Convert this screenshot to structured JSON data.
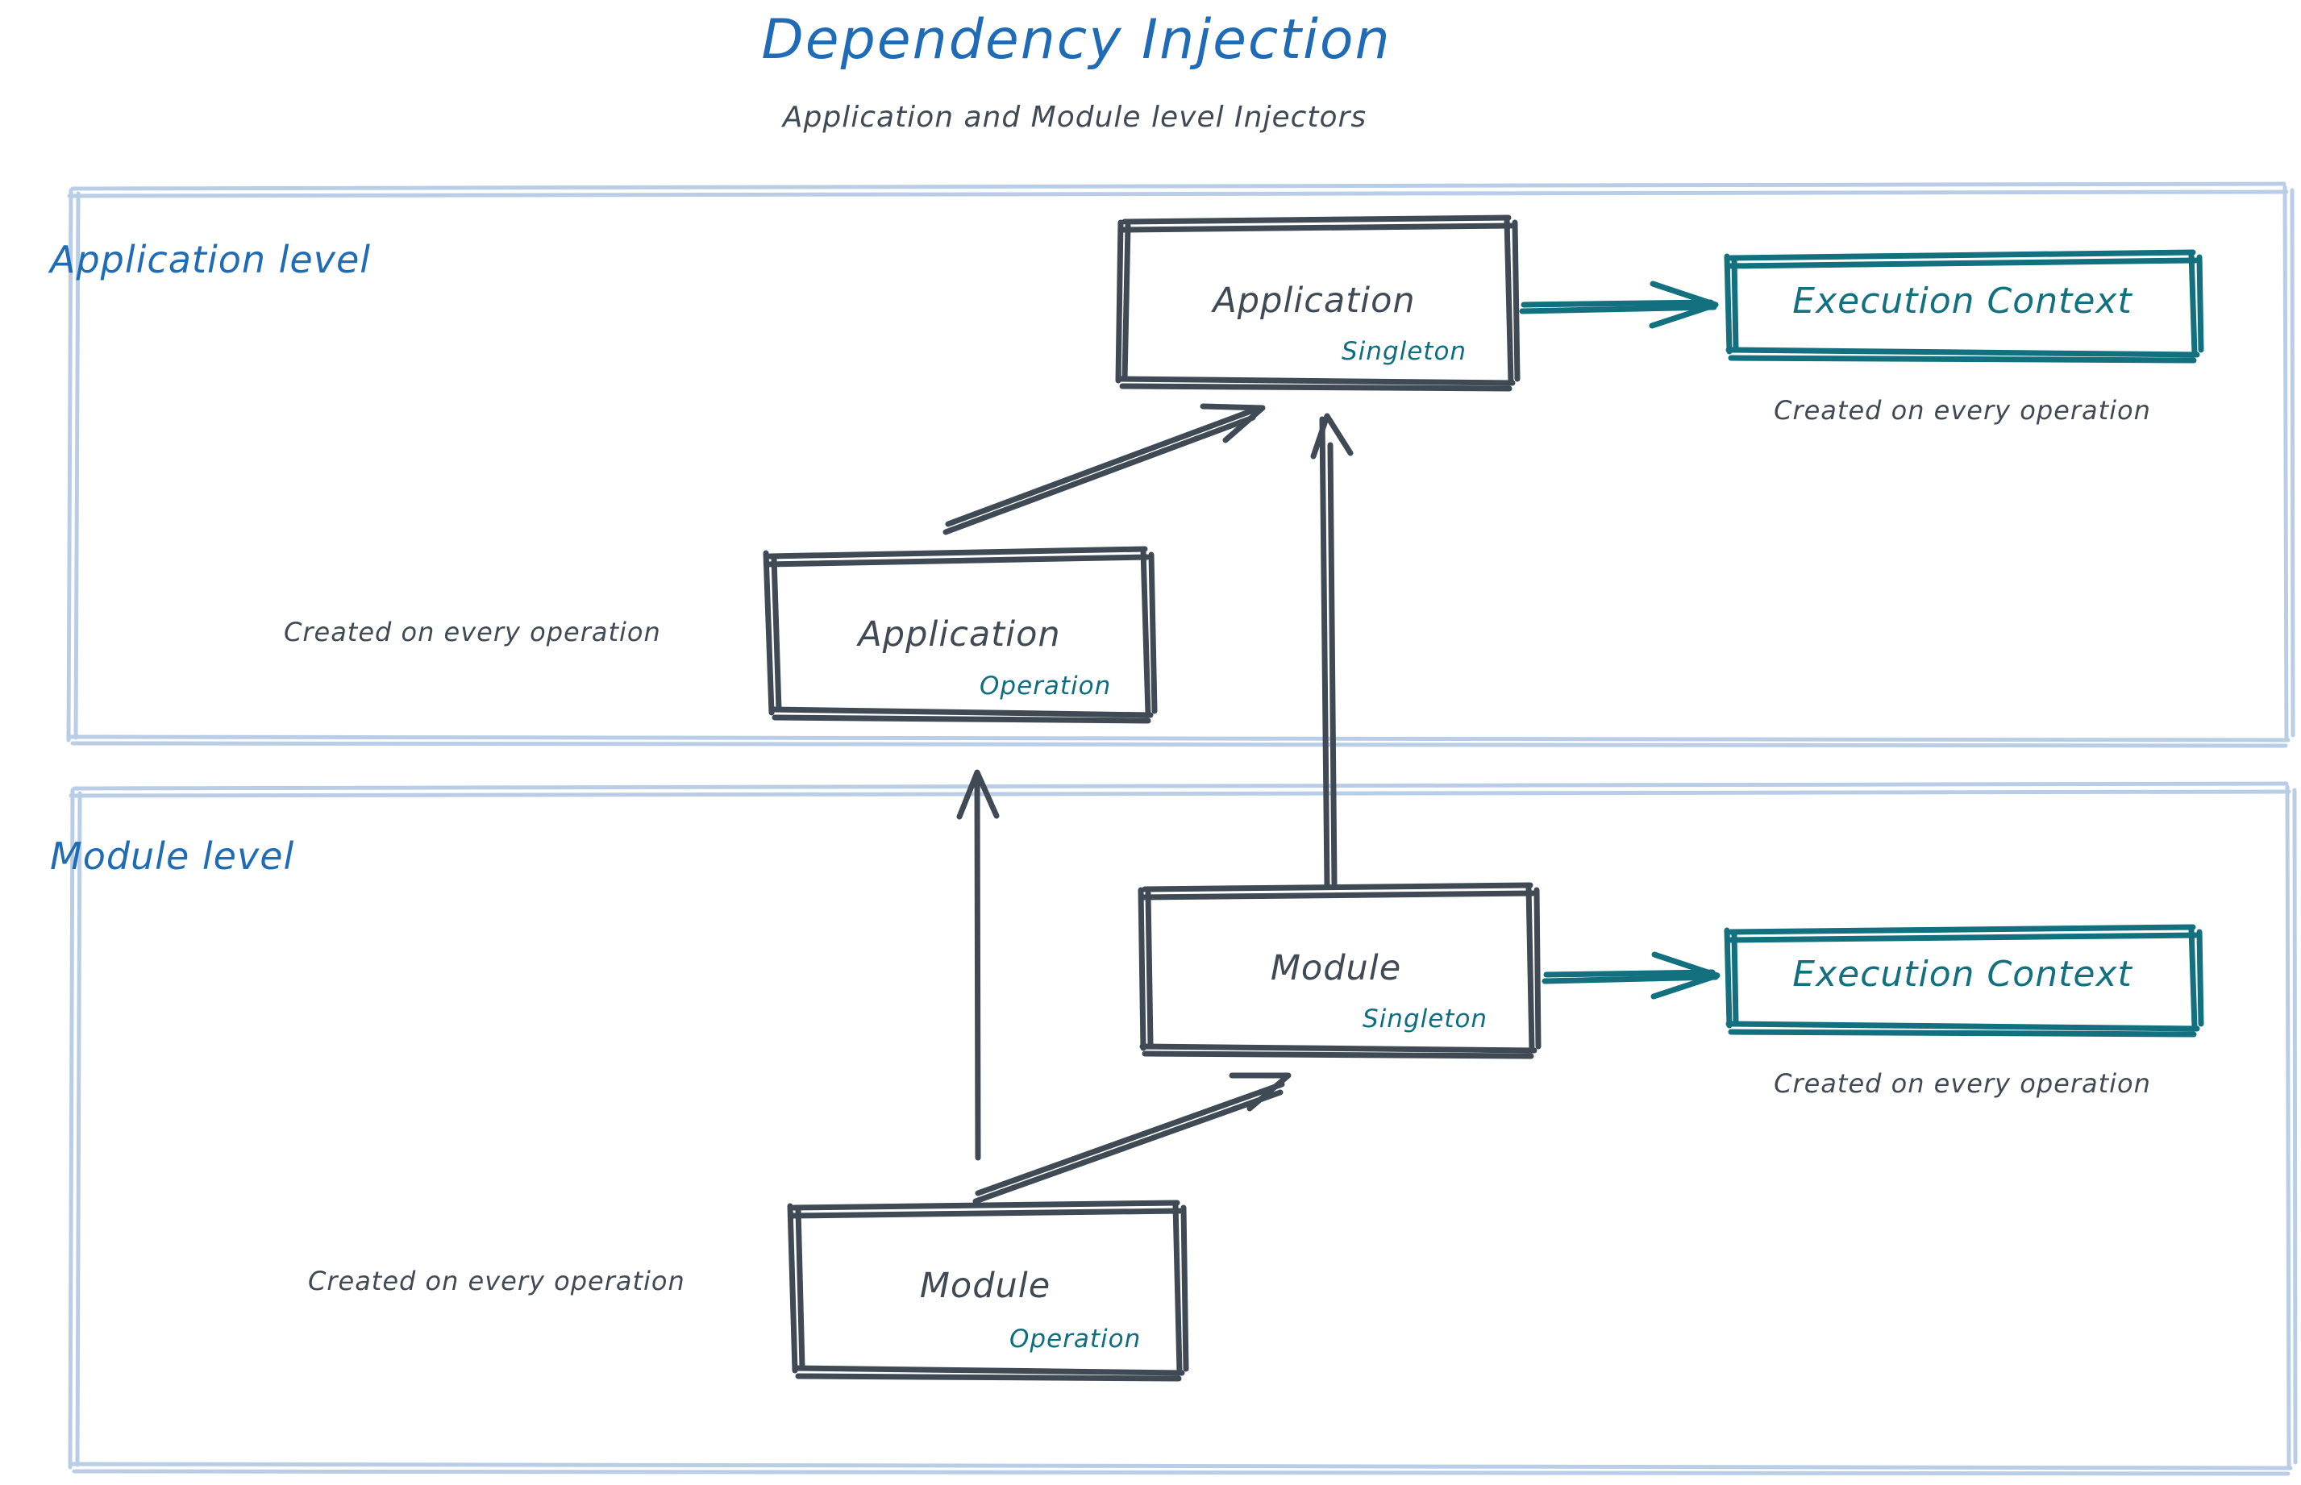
{
  "header": {
    "title": "Dependency Injection",
    "subtitle": "Application and Module level Injectors"
  },
  "colors": {
    "title_blue": "#1f6bb5",
    "section_blue": "#1f6bb5",
    "container_border": "#b9cee6",
    "ink_dark": "#3f4a54",
    "scope_teal": "#0d6e80",
    "context_teal": "#12707f",
    "background": "#ffffff"
  },
  "sections": [
    {
      "id": "application-level",
      "label": "Application level",
      "nodes": [
        {
          "id": "application-singleton",
          "title": "Application",
          "scope": "Singleton"
        },
        {
          "id": "application-operation",
          "title": "Application",
          "scope": "Operation"
        },
        {
          "id": "application-execution-context",
          "title": "Execution Context"
        }
      ],
      "captions": [
        {
          "id": "app-context-caption",
          "text": "Created on every operation"
        },
        {
          "id": "app-operation-caption",
          "text": "Created on every operation"
        }
      ]
    },
    {
      "id": "module-level",
      "label": "Module level",
      "nodes": [
        {
          "id": "module-singleton",
          "title": "Module",
          "scope": "Singleton"
        },
        {
          "id": "module-operation",
          "title": "Module",
          "scope": "Operation"
        },
        {
          "id": "module-execution-context",
          "title": "Execution Context"
        }
      ],
      "captions": [
        {
          "id": "module-context-caption",
          "text": "Created on every operation"
        },
        {
          "id": "module-operation-caption",
          "text": "Created on every operation"
        }
      ]
    }
  ],
  "edges": [
    {
      "id": "app-singleton-to-app-context",
      "from": "application-singleton",
      "to": "application-execution-context",
      "style": "teal-arrow"
    },
    {
      "id": "app-operation-to-app-singleton",
      "from": "application-operation",
      "to": "application-singleton",
      "style": "dark-double-arrow"
    },
    {
      "id": "module-singleton-to-app-singleton",
      "from": "module-singleton",
      "to": "application-singleton",
      "style": "dark-double-arrow"
    },
    {
      "id": "module-singleton-to-module-context",
      "from": "module-singleton",
      "to": "module-execution-context",
      "style": "teal-arrow"
    },
    {
      "id": "module-operation-to-module-singleton",
      "from": "module-operation",
      "to": "module-singleton",
      "style": "dark-double-arrow"
    },
    {
      "id": "module-operation-to-app-operation",
      "from": "module-operation",
      "to": "application-operation",
      "style": "dark-single-arrow"
    }
  ]
}
